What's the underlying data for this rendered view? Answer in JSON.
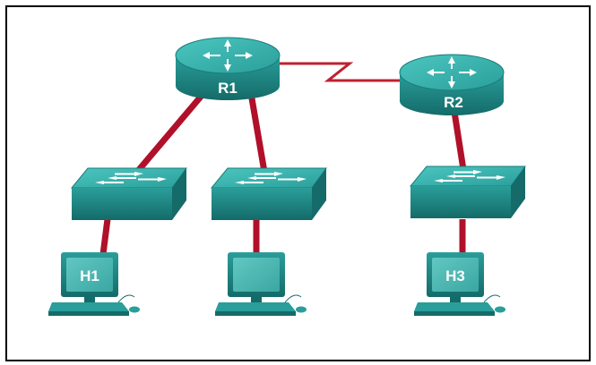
{
  "diagram": {
    "routers": [
      {
        "id": "R1",
        "label": "R1"
      },
      {
        "id": "R2",
        "label": "R2"
      }
    ],
    "switches": [
      {
        "id": "S1"
      },
      {
        "id": "S2"
      },
      {
        "id": "S3"
      }
    ],
    "hosts": [
      {
        "id": "H1",
        "label": "H1"
      },
      {
        "id": "H2",
        "label": ""
      },
      {
        "id": "H3",
        "label": "H3"
      }
    ],
    "links": [
      {
        "from": "R1",
        "to": "R2",
        "type": "serial"
      },
      {
        "from": "R1",
        "to": "S1",
        "type": "ethernet"
      },
      {
        "from": "R1",
        "to": "S2",
        "type": "ethernet"
      },
      {
        "from": "R2",
        "to": "S3",
        "type": "ethernet"
      },
      {
        "from": "S1",
        "to": "H1",
        "type": "ethernet"
      },
      {
        "from": "S2",
        "to": "H2",
        "type": "ethernet"
      },
      {
        "from": "S3",
        "to": "H3",
        "type": "ethernet"
      }
    ],
    "colors": {
      "device_body": "#1f8f8c",
      "device_top": "#2fb2ad",
      "device_dark": "#146b69",
      "link_ethernet": "#b0102a",
      "link_serial": "#c0202f",
      "frame": "#000000",
      "background": "#ffffff"
    }
  }
}
